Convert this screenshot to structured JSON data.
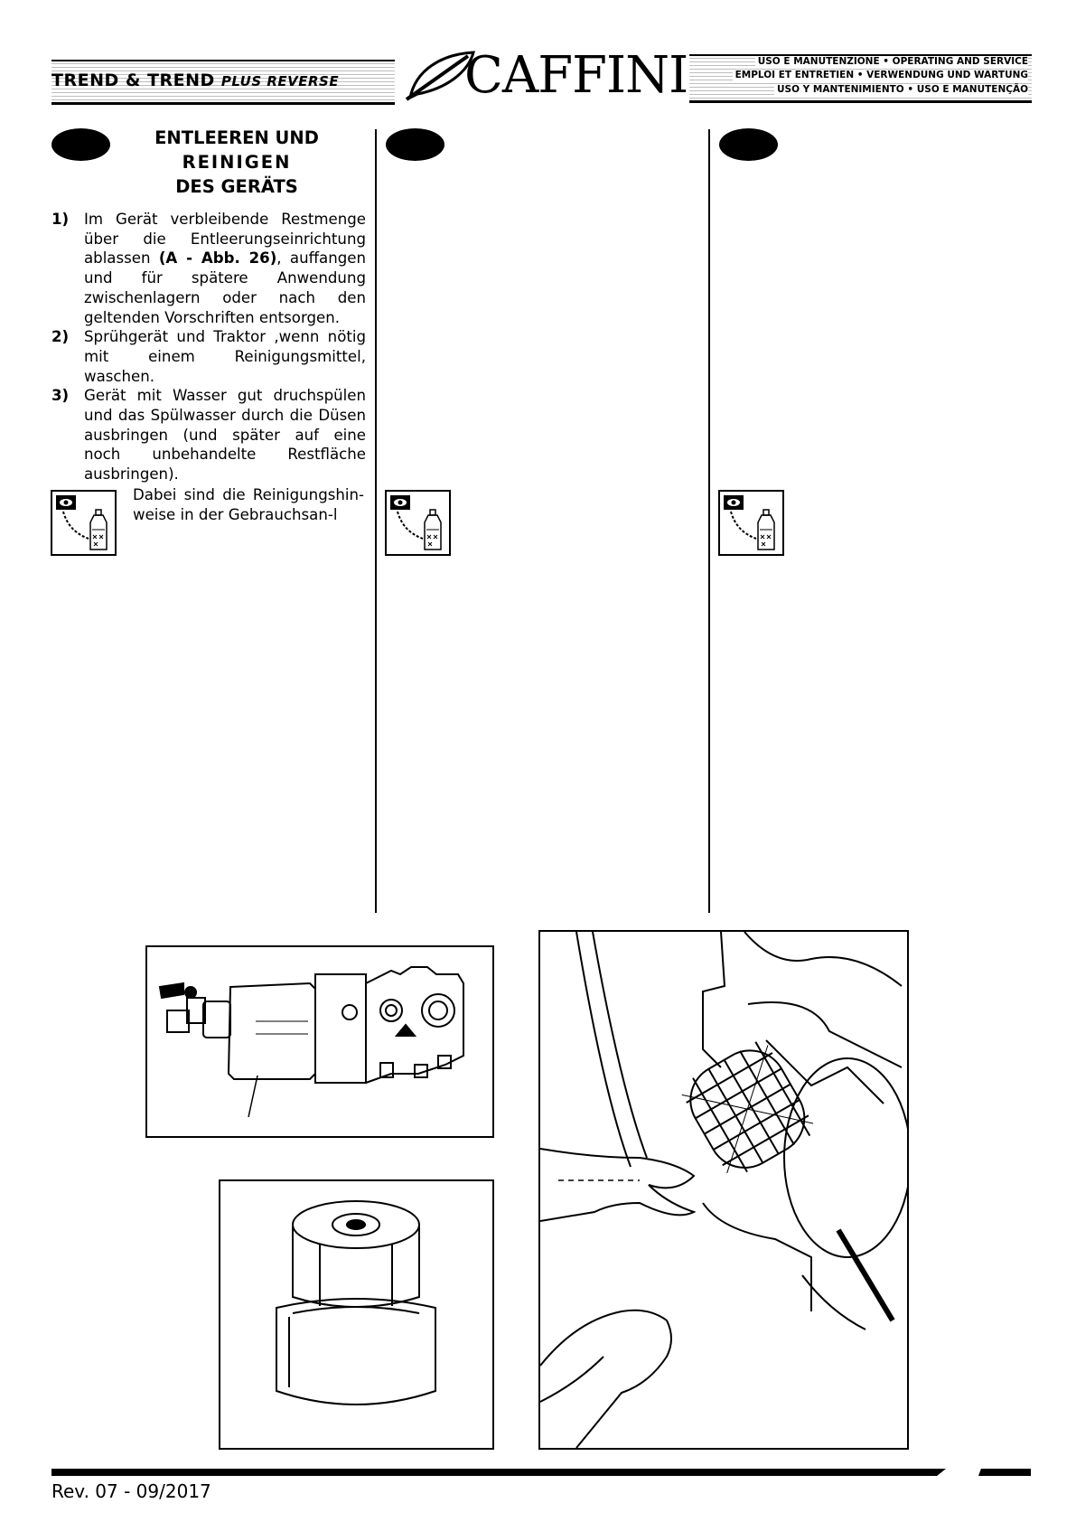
{
  "header": {
    "title_main": "TREND & TREND",
    "title_suffix": "PLUS REVERSE",
    "logo": "CAFFINI",
    "languages": [
      "USO E MANUTENZIONE • OPERATING AND SERVICE",
      "EMPLOI ET ENTRETIEN • VERWENDUNG UND WARTUNG",
      "USO Y MANTENIMIENTO • USO E MANUTENÇÃO"
    ]
  },
  "section": {
    "title_lines": [
      "ENTLEEREN UND",
      "REINIGEN",
      "DES GERÄTS"
    ],
    "items": [
      {
        "num": "1)",
        "before": "Im Gerät verbleibende Restmenge über die Entleerungseinrichtung ablassen ",
        "bold": "(A - Abb. 26)",
        "after": ", auffangen und für spätere Anwendung zwischenlagern oder nach den geltenden Vorschriften entsorgen."
      },
      {
        "num": "2)",
        "before": "Sprühgerät und Traktor ,wenn nötig mit einem Reinigungsmittel, waschen.",
        "bold": "",
        "after": ""
      },
      {
        "num": "3)",
        "before": "Gerät mit Wasser gut druchspülen und das Spülwasser durch die Düsen ausbringen (und später auf eine noch unbehandelte Restfläche ausbringen).",
        "bold": "",
        "after": ""
      }
    ],
    "note": "Dabei sind die Reinigungshin-weise in der Gebrauchsan-l"
  },
  "icons": [
    "eye-bottle-icon",
    "eye-bottle-icon",
    "eye-bottle-icon"
  ],
  "footer": {
    "revision": "Rev. 07 - 09/2017"
  }
}
